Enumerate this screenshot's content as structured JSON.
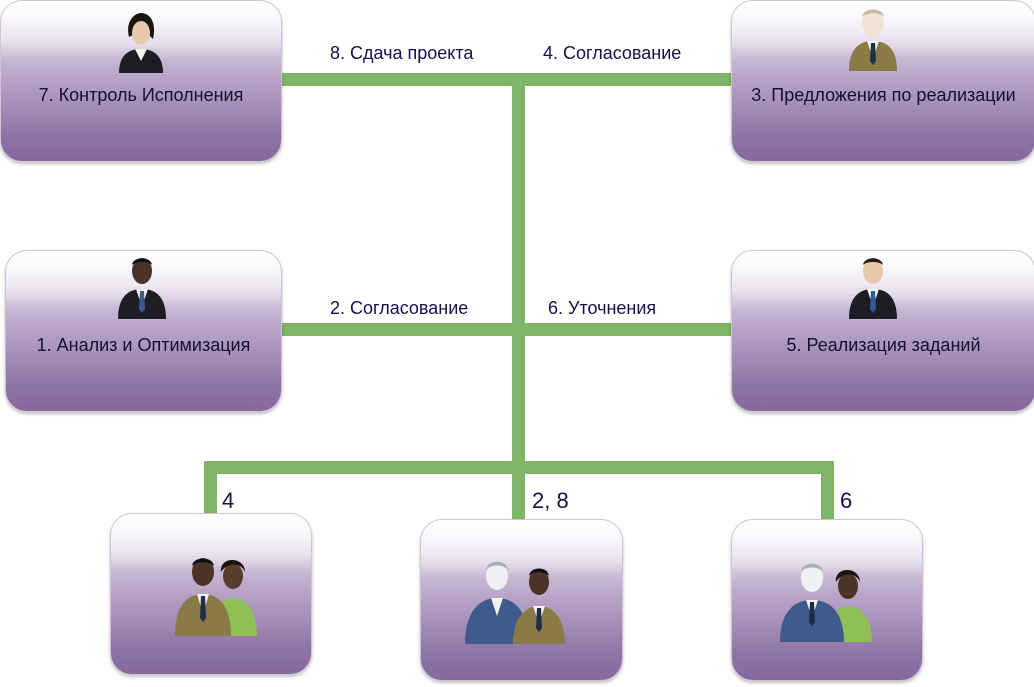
{
  "roles": {
    "control": "7. Контроль Исполнения",
    "proposals": "3. Предложения по реализации",
    "analysis": "1. Анализ и Оптимизация",
    "implementation": "5. Реализация заданий"
  },
  "edges": {
    "handover": "8. Сдача проекта",
    "approval_top": "4. Согласование",
    "approval_mid": "2. Согласование",
    "clarifications": "6. Уточнения"
  },
  "groups": {
    "left": "4",
    "center": "2, 8",
    "right": "6"
  },
  "colors": {
    "connector": "#7fb567",
    "card_top": "#ffffff",
    "card_bottom": "#85699e",
    "suit_black": "#1d1d24",
    "suit_olive": "#8a7a45",
    "suit_blue": "#3f5a8c",
    "jacket_green": "#8fbf55"
  }
}
